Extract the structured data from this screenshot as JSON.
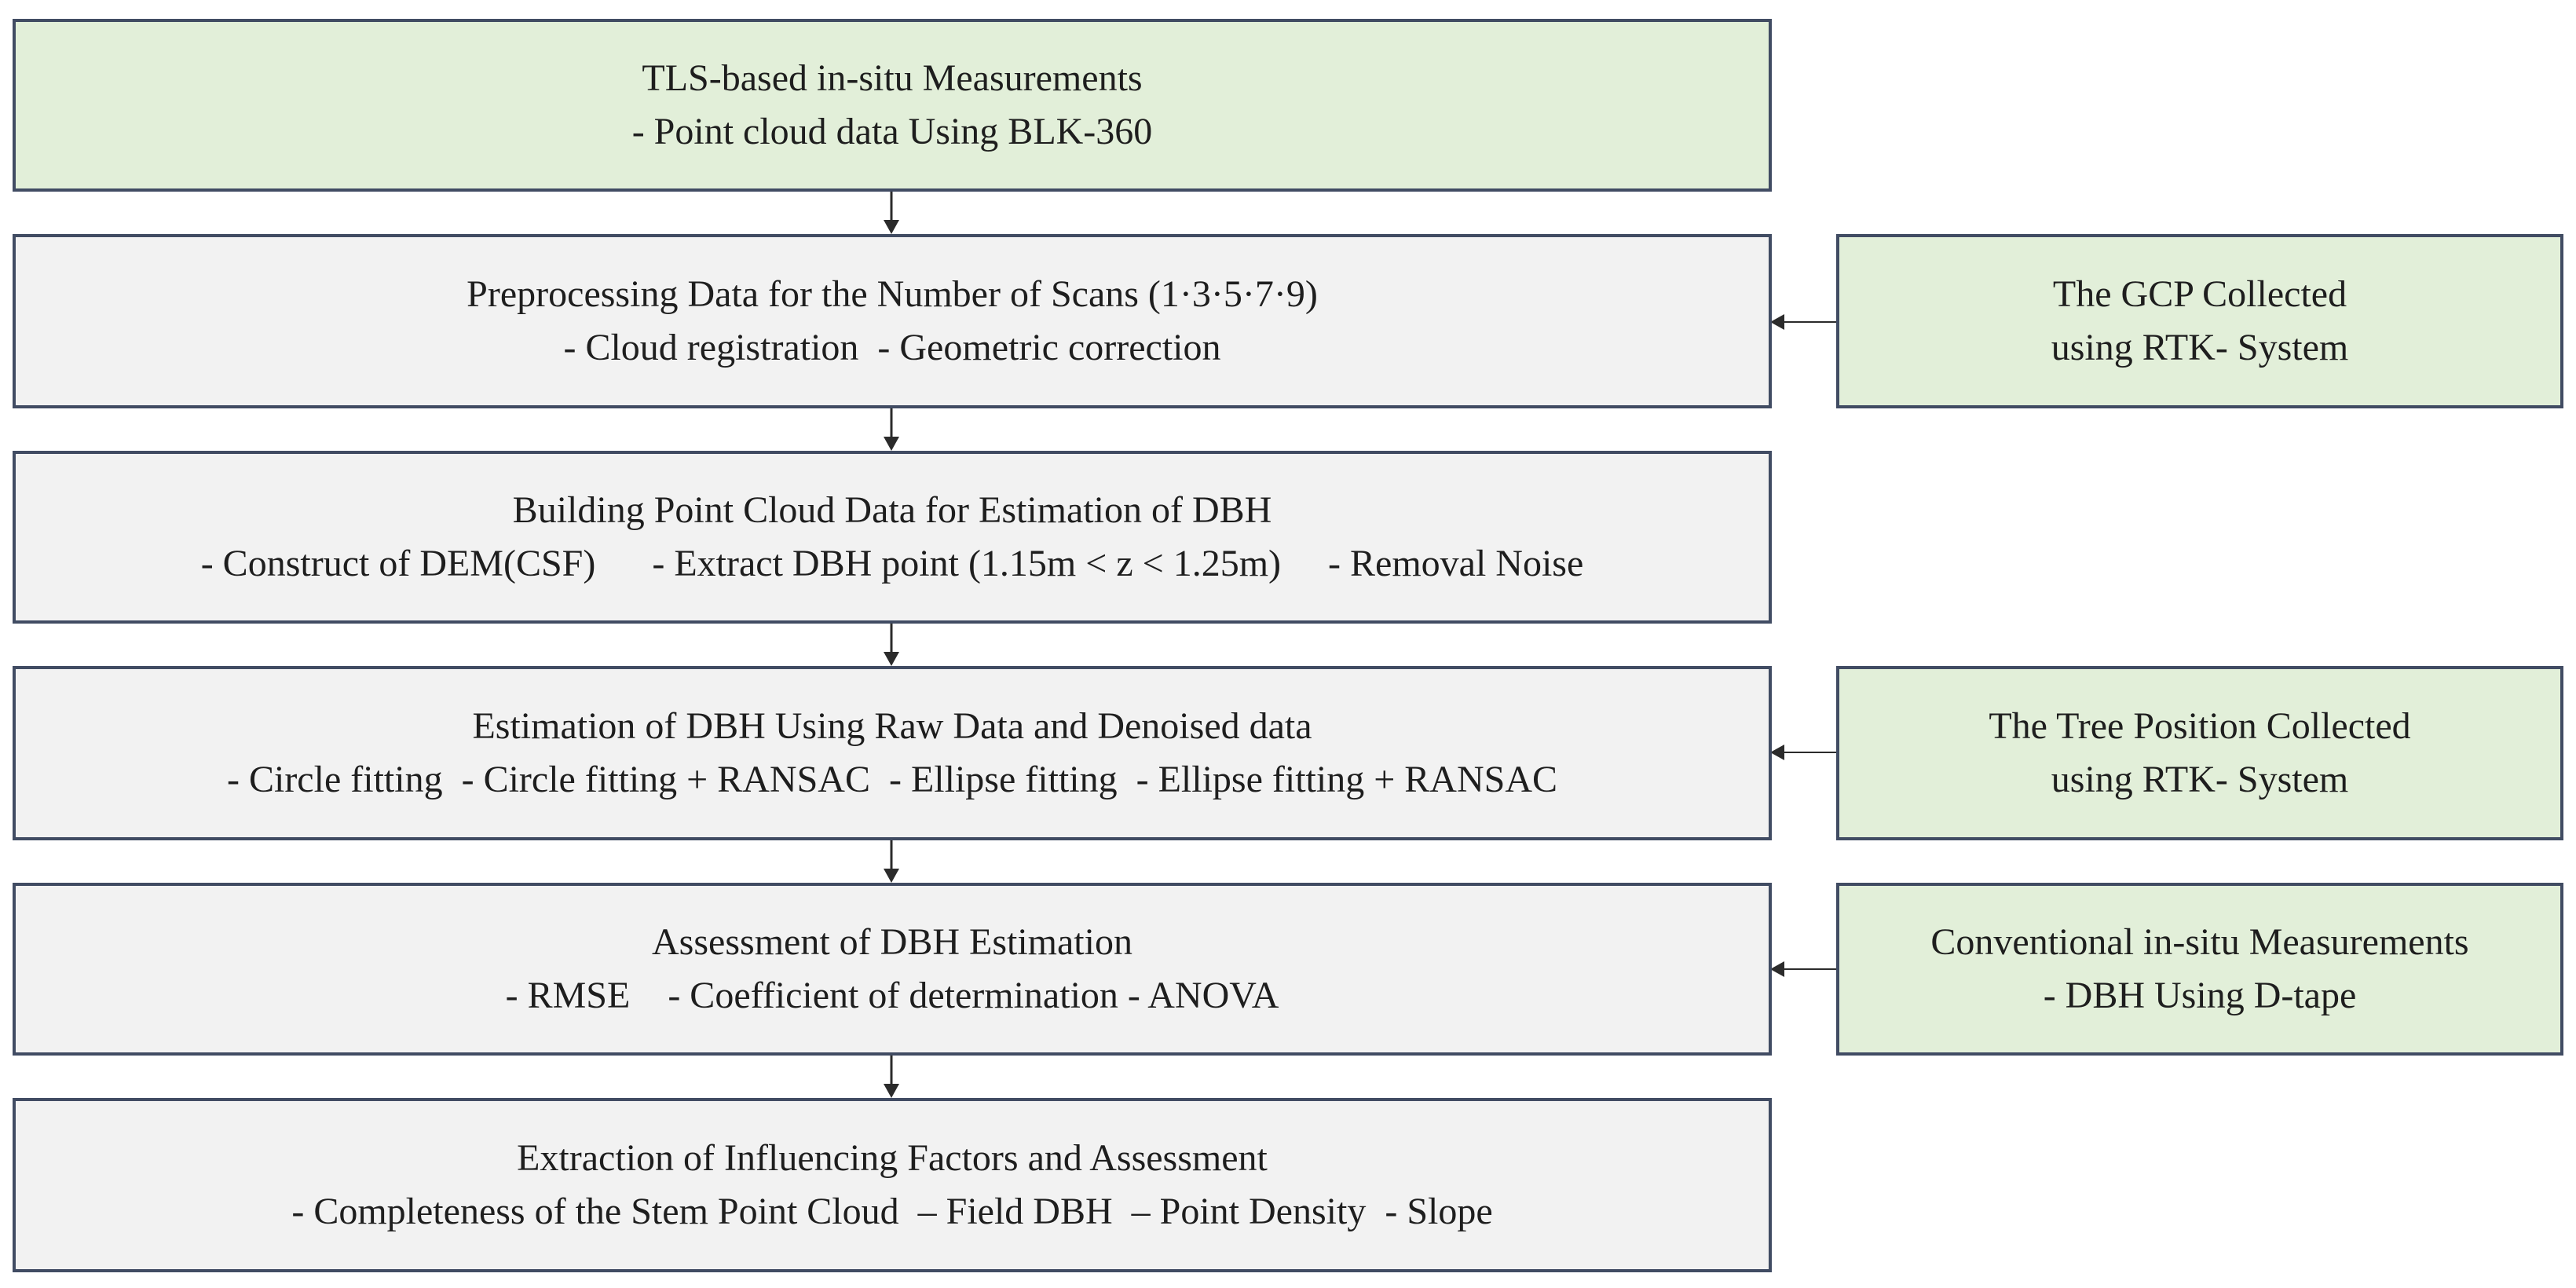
{
  "main_steps": [
    {
      "title": "TLS-based in-situ Measurements",
      "detail": "- Point cloud data Using BLK-360"
    },
    {
      "title": "Preprocessing Data for the Number of Scans (1·3·5·7·9)",
      "detail": "- Cloud registration  - Geometric correction"
    },
    {
      "title": "Building Point Cloud Data for Estimation of DBH",
      "detail": "- Construct of DEM(CSF)      - Extract DBH point (1.15m < z < 1.25m)     - Removal Noise"
    },
    {
      "title": "Estimation of DBH Using Raw Data and Denoised data",
      "detail": "- Circle fitting  - Circle fitting + RANSAC  - Ellipse fitting  - Ellipse fitting + RANSAC"
    },
    {
      "title": "Assessment of DBH Estimation",
      "detail": "- RMSE    - Coefficient of determination - ANOVA"
    },
    {
      "title": "Extraction of Influencing Factors and Assessment",
      "detail": "- Completeness of the Stem Point Cloud  – Field DBH  – Point Density  - Slope"
    }
  ],
  "side_inputs": [
    {
      "line1": "The GCP Collected",
      "line2": "using RTK- System"
    },
    {
      "line1": "The Tree Position Collected",
      "line2": "using RTK- System"
    },
    {
      "line1": "Conventional in-situ Measurements",
      "line2": "- DBH Using D-tape"
    }
  ],
  "colors": {
    "main_fill": "#f2f2f2",
    "input_fill": "#e2efd9",
    "border": "#414c63",
    "arrow": "#2b2b2b"
  }
}
